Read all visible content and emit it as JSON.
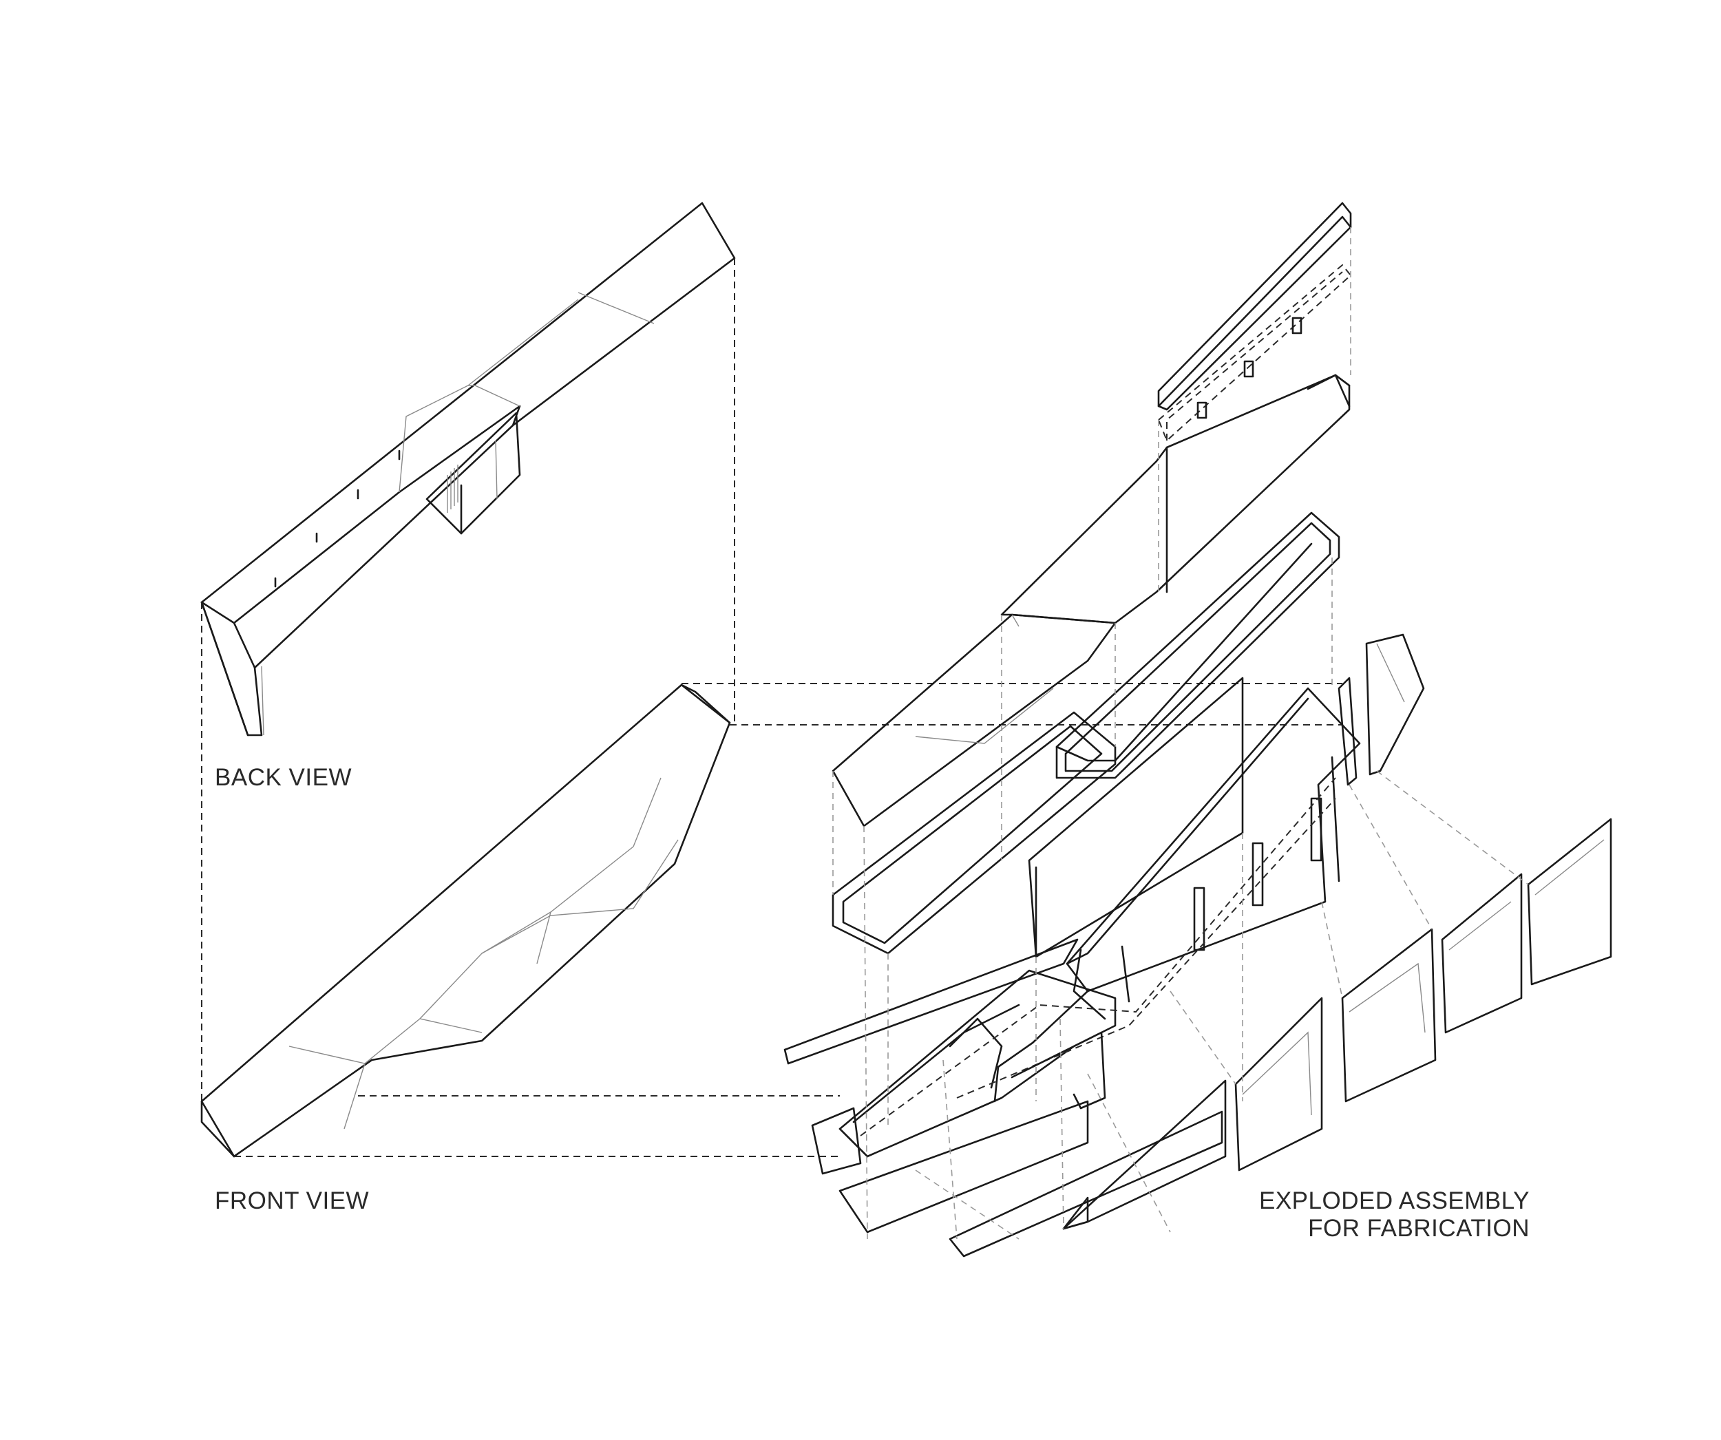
{
  "labels": {
    "back_view": "BACK VIEW",
    "front_view": "FRONT VIEW",
    "exploded_line1": "EXPLODED ASSEMBLY",
    "exploded_line2": "FOR FABRICATION"
  },
  "colors": {
    "background": "#ffffff",
    "line": "#1a1a1a",
    "projection_line": "#2a2a2a",
    "light_line": "#9a9a9a"
  }
}
